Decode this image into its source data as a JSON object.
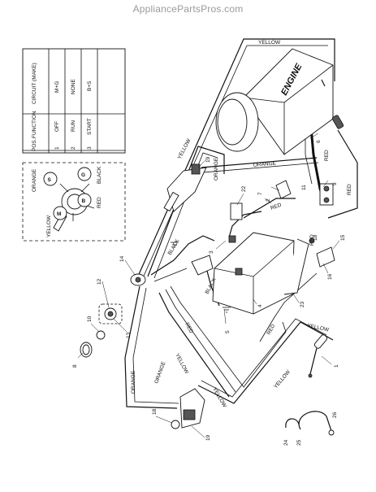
{
  "watermark": "AppliancePartsPros.com",
  "engine_label": "ENGINE",
  "wire_labels": {
    "yellow_top": "YELLOW",
    "yellow_diag": "YELLOW",
    "orange_top": "ORANGE",
    "orange_bar": "ORANGE",
    "red_right": "RED",
    "red_wire7": "RED",
    "red_engine": "RED",
    "red_cable": "RED",
    "red_low": "RED",
    "black_14": "BLACK",
    "black_batt": "BLACK",
    "yellow_low": "YELLOW",
    "yellow_bottom": "YELLOW",
    "red_rev": "RED",
    "yellow_rev": "YELLOW",
    "orange_left": "ORANGE",
    "orange_left2": "ORANGE",
    "yellow_rev2": "YELLOW"
  },
  "key_switch": {
    "terminals": [
      "S",
      "G",
      "B",
      "M"
    ],
    "colors": {
      "s": "ORANGE",
      "g": "BLACK",
      "b": "RED",
      "m": "YELLOW"
    }
  },
  "table": {
    "headers": [
      "POS.",
      "FUNCTION",
      "CIRCUIT (MAKE)"
    ],
    "rows": [
      [
        "1",
        "OFF",
        "M+G"
      ],
      [
        "2",
        "RUN",
        "NONE"
      ],
      [
        "3",
        "START",
        "B+S"
      ]
    ]
  },
  "part_numbers": {
    "p1": "1",
    "p2": "2",
    "p3": "3",
    "p4": "4",
    "p5": "5",
    "p6": "6",
    "p7": "7",
    "p8": "8",
    "p9": "9",
    "p10": "10",
    "p11": "11",
    "p12": "12",
    "p13": "13",
    "p14": "14",
    "p15": "15",
    "p16": "16",
    "p18a": "18",
    "p18b": "18",
    "p19a": "19",
    "p19b": "19",
    "p22": "22",
    "p23": "23",
    "p24": "24",
    "p25": "25",
    "p26": "26"
  }
}
